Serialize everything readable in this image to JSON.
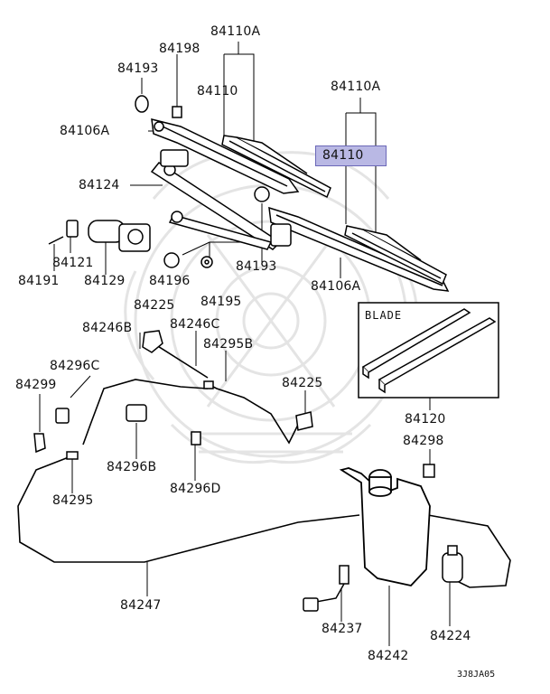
{
  "part_labels": {
    "p84110A_top": "84110A",
    "p84198": "84198",
    "p84193_top": "84193",
    "p84110_left": "84110",
    "p84110A_right": "84110A",
    "p84106A_left": "84106A",
    "p84110_right": "84110",
    "p84124": "84124",
    "p84121": "84121",
    "p84191": "84191",
    "p84129": "84129",
    "p84196": "84196",
    "p84193_mid": "84193",
    "p84106A_right": "84106A",
    "p84195": "84195",
    "p84225_top": "84225",
    "p84246B": "84246B",
    "p84246C": "84246C",
    "p84295B": "84295B",
    "p84296C": "84296C",
    "p84299": "84299",
    "p84225_right": "84225",
    "p84120": "84120",
    "p84298": "84298",
    "p84296B": "84296B",
    "p84296D": "84296D",
    "p84295": "84295",
    "p84247": "84247",
    "p84237": "84237",
    "p84224": "84224",
    "p84242": "84242"
  },
  "blade_box_title": "BLADE",
  "diagram_code": "3J8JA05",
  "highlight_color": "#b9b8e4"
}
